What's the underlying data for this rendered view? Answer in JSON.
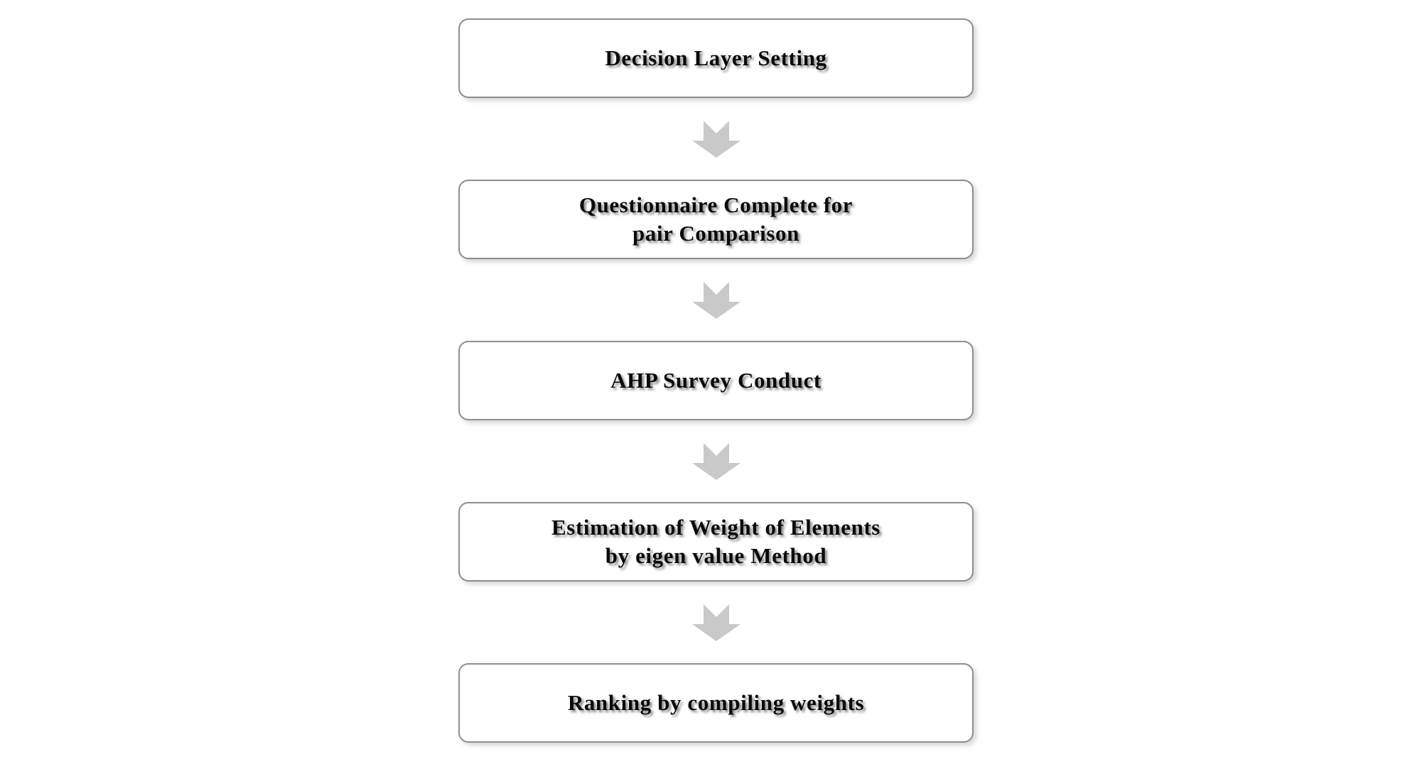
{
  "diagram": {
    "type": "flowchart",
    "orientation": "vertical-top-to-bottom",
    "title": "",
    "background_color": "#ffffff",
    "node_fill_color": "#ffffff",
    "node_border_color": "#8e8e8e",
    "node_text_color": "#0a0a0a",
    "arrow_color": "#c9c9c9",
    "nodes": [
      {
        "id": "node-1",
        "name": "decision-layer-setting",
        "label": "Decision Layer Setting",
        "lines": [
          "Decision Layer Setting"
        ]
      },
      {
        "id": "node-2",
        "name": "questionnaire-complete-for-pair-comparison",
        "label": "Questionnaire Complete for\npair Comparison",
        "lines": [
          "Questionnaire Complete for",
          "pair Comparison"
        ]
      },
      {
        "id": "node-3",
        "name": "ahp-survey-conduct",
        "label": "AHP Survey Conduct",
        "lines": [
          "AHP Survey Conduct"
        ]
      },
      {
        "id": "node-4",
        "name": "estimation-of-weight-of-elements-by-eigen-value-method",
        "label": "Estimation of Weight of Elements\nby eigen value Method",
        "lines": [
          "Estimation of Weight of Elements",
          "by eigen value Method"
        ]
      },
      {
        "id": "node-5",
        "name": "ranking-by-compiling-weights",
        "label": "Ranking by compiling weights",
        "lines": [
          "Ranking by compiling weights"
        ]
      }
    ],
    "connectors": [
      {
        "id": "connector-1",
        "icon": "arrow-down-icon",
        "from": "node-1",
        "to": "node-2"
      },
      {
        "id": "connector-2",
        "icon": "arrow-down-icon",
        "from": "node-2",
        "to": "node-3"
      },
      {
        "id": "connector-3",
        "icon": "arrow-down-icon",
        "from": "node-3",
        "to": "node-4"
      },
      {
        "id": "connector-4",
        "icon": "arrow-down-icon",
        "from": "node-4",
        "to": "node-5"
      }
    ]
  }
}
